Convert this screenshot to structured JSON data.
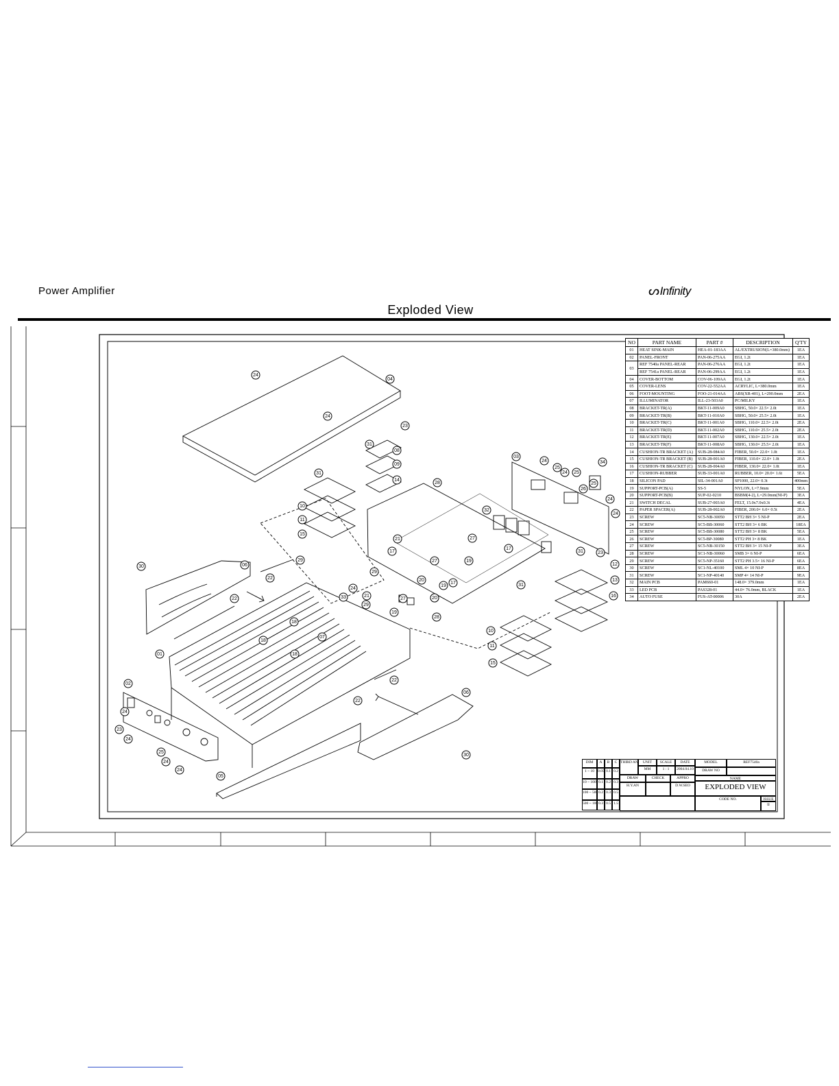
{
  "header": {
    "product": "Power  Amplifier",
    "brand": "Infinity",
    "page_title": "Exploded View"
  },
  "parts_table": {
    "headers": [
      "NO",
      "PART NAME",
      "PART #",
      "DESCRIPTION",
      "Q'TY"
    ],
    "rows": [
      [
        "01",
        "HEAT SINK-MAIN",
        "HEA-01-183AA",
        "AL/EXTRUSION(L=380.0mm)",
        "1EA"
      ],
      [
        "02",
        "PANEL-FRONT",
        "PAN-06-275AA",
        "EGI, 1.2t",
        "1EA"
      ],
      [
        "03",
        "REF 7540a PANEL-REAR",
        "PAN-06-276AA",
        "EGI, 1.2t",
        "1EA"
      ],
      [
        "",
        "REF 7541a PANEL-REAR",
        "PAN-06-299AA",
        "EGI, 1.2t",
        "1EA"
      ],
      [
        "04",
        "COVER-BOTTOM",
        "COV-06-109AA",
        "EGI, 1.2t",
        "1EA"
      ],
      [
        "05",
        "COVER-LENS",
        "COV-22-552AA",
        "ACRYLIC, L=380.0mm",
        "1EA"
      ],
      [
        "06",
        "FOOT-MOUNTING",
        "FOO-21-014AA",
        "ABS(XR-401), L=290.0mm",
        "2EA"
      ],
      [
        "07",
        "ILLUMINATOR",
        "ILL-23-503A0",
        "PC/MILKY",
        "1EA"
      ],
      [
        "08",
        "BRACKET-TR(A)",
        "BKT-11-009A0",
        "SBHG, 50.0× 22.5× 2.0t",
        "1EA"
      ],
      [
        "09",
        "BRACKET-TR(B)",
        "BKT-11-010A0",
        "SBHG, 50.0× 25.5× 2.0t",
        "1EA"
      ],
      [
        "10",
        "BRACKET-TR(C)",
        "BKT-11-001A0",
        "SBHG, 110.0× 22.5× 2.0t",
        "2EA"
      ],
      [
        "11",
        "BRACKET-TR(D)",
        "BKT-11-002A0",
        "SBHG, 110.0× 25.5× 2.0t",
        "2EA"
      ],
      [
        "12",
        "BRACKET-TR(E)",
        "BKT-11-007A0",
        "SBHG, 130.0× 22.5× 2.0t",
        "1EA"
      ],
      [
        "13",
        "BRACKET-TR(F)",
        "BKT-11-008A0",
        "SBHG, 130.0× 25.5× 2.0t",
        "1EA"
      ],
      [
        "14",
        "CUSHION-TR BRACKET (A)",
        "SUB-28-084A0",
        "FIBER, 50.0× 22.0× 1.0t",
        "1EA"
      ],
      [
        "15",
        "CUSHION-TR BRACKET (B)",
        "SUB-28-001A0",
        "FIBER, 110.0× 22.0× 1.0t",
        "2EA"
      ],
      [
        "16",
        "CUSHION-TR BRACKET (C)",
        "SUB-28-004A0",
        "FIBER, 130.0× 22.0× 1.0t",
        "1EA"
      ],
      [
        "17",
        "CUSHION-RUBBER",
        "SUB-33-001A0",
        "RUBBER, 10.0× 20.0× 1.6t",
        "5EA"
      ],
      [
        "18",
        "SILICON PAD",
        "SIL-34-001A0",
        "SP1000, 22.0× 0.3t",
        "400mm"
      ],
      [
        "19",
        "SUPPORT-PCB(A)",
        "SS-5",
        "NYLON, L=7.9mm",
        "5EA"
      ],
      [
        "20",
        "SUPPORT-PCB(B)",
        "SUP-02-0210",
        "BSBM(4-2), L=29.0mm(NI-P)",
        "3EA"
      ],
      [
        "21",
        "SWITCH DECAL",
        "SUB-27-003A0",
        "FELT, 15.0x7.0x0.3t",
        "4EA"
      ],
      [
        "22",
        "PAPER SPACER(A)",
        "SUB-28-002A0",
        "FIBER, 200.0× 6.0× 0.5t",
        "2EA"
      ],
      [
        "23",
        "SCREW",
        "SC5-NB-30050",
        "STT2 BH 3× 5 NI-P",
        "2EA"
      ],
      [
        "24",
        "SCREW",
        "SC5-BB-30060",
        "STT2 BH 3× 6 BK",
        "18EA"
      ],
      [
        "25",
        "SCREW",
        "SC5-BB-30080",
        "STT2 BH 3× 8 BK",
        "5EA"
      ],
      [
        "26",
        "SCREW",
        "SC5-BP-30080",
        "STT2 PH 3× 8 BK",
        "1EA"
      ],
      [
        "27",
        "SCREW",
        "SC5-NB-30150",
        "STT2 BH 3× 15 NI-P",
        "3EA"
      ],
      [
        "28",
        "SCREW",
        "SC1-NB-30060",
        "SMB 3× 6 NI-P",
        "6EA"
      ],
      [
        "29",
        "SCREW",
        "SC5-NP-35160",
        "STT2 PH 3.5× 16 NI-P",
        "6EA"
      ],
      [
        "30",
        "SCREW",
        "SC1-NL-40100",
        "SML 4× 10 NI-P",
        "8EA"
      ],
      [
        "31",
        "SCREW",
        "SC1-NP-40140",
        "SMP 4× 14 NI-P",
        "9EA"
      ],
      [
        "32",
        "MAIN PCB",
        "PAM660-01",
        "148.0× 379.0mm",
        "1EA"
      ],
      [
        "33",
        "LED PCB",
        "PAS328-01",
        "44.0× 76.0mm, BLACK",
        "1EA"
      ],
      [
        "34",
        "AUTO FUSE",
        "FUS-AT-00006",
        "30A",
        "2EA"
      ]
    ]
  },
  "title_block": {
    "tolerance_head": [
      "DIM",
      "A",
      "B",
      "C"
    ],
    "tolerance_rows": [
      [
        "1 ~ 10",
        "0.05",
        "0.1",
        "0.2"
      ],
      [
        "10 ~ 100",
        "0.1",
        "0.2",
        "0.3"
      ],
      [
        "100 ~ 500",
        "0.2",
        "0.3",
        "0.5"
      ],
      [
        "500 ~ 1000",
        "0.3",
        "0.5",
        "1.5"
      ]
    ],
    "third_angle": "THIRD ANGLE",
    "unit_label": "UNIT",
    "unit_value": "MM",
    "scale_label": "SCALE",
    "scale_value": "1 : 1",
    "date_label": "DATE",
    "date_value": "2004.04.10",
    "model_label": "MODEL",
    "model_value": "REF7540a",
    "draw_no_label": "DRAW NO",
    "draw_label": "DRAW",
    "draw_value": "H.Y.AN",
    "check_label": "CHECK",
    "appro_label": "APPRO",
    "appro_value": "D.W.SEO",
    "name_label": "NAME",
    "name_value": "EXPLODED VIEW",
    "code_label": "CODE NO.",
    "issue_label": "ISSUE",
    "issue_value": "①"
  },
  "callouts": [
    {
      "label": "24"
    },
    {
      "label": "04"
    },
    {
      "label": "24"
    },
    {
      "label": "23"
    },
    {
      "label": "31"
    },
    {
      "label": "08"
    },
    {
      "label": "09"
    },
    {
      "label": "14"
    },
    {
      "label": "31"
    },
    {
      "label": "10"
    },
    {
      "label": "11"
    },
    {
      "label": "15"
    },
    {
      "label": "28"
    },
    {
      "label": "32"
    },
    {
      "label": "03"
    },
    {
      "label": "24"
    },
    {
      "label": "25"
    },
    {
      "label": "24"
    },
    {
      "label": "25"
    },
    {
      "label": "34"
    },
    {
      "label": "26"
    },
    {
      "label": "25"
    },
    {
      "label": "24"
    },
    {
      "label": "24"
    },
    {
      "label": "17"
    },
    {
      "label": "21"
    },
    {
      "label": "27"
    },
    {
      "label": "17"
    },
    {
      "label": "27"
    },
    {
      "label": "19"
    },
    {
      "label": "20"
    },
    {
      "label": "29"
    },
    {
      "label": "20"
    },
    {
      "label": "19"
    },
    {
      "label": "17"
    },
    {
      "label": "21"
    },
    {
      "label": "27"
    },
    {
      "label": "20"
    },
    {
      "label": "29"
    },
    {
      "label": "19"
    },
    {
      "label": "28"
    },
    {
      "label": "31"
    },
    {
      "label": "23"
    },
    {
      "label": "12"
    },
    {
      "label": "13"
    },
    {
      "label": "16"
    },
    {
      "label": "31"
    },
    {
      "label": "10"
    },
    {
      "label": "11"
    },
    {
      "label": "15"
    },
    {
      "label": "30"
    },
    {
      "label": "06"
    },
    {
      "label": "22"
    },
    {
      "label": "29"
    },
    {
      "label": "22"
    },
    {
      "label": "24"
    },
    {
      "label": "33"
    },
    {
      "label": "18"
    },
    {
      "label": "18"
    },
    {
      "label": "07"
    },
    {
      "label": "01"
    },
    {
      "label": "18"
    },
    {
      "label": "22"
    },
    {
      "label": "02"
    },
    {
      "label": "24"
    },
    {
      "label": "23"
    },
    {
      "label": "24"
    },
    {
      "label": "25"
    },
    {
      "label": "24"
    },
    {
      "label": "24"
    },
    {
      "label": "22"
    },
    {
      "label": "06"
    },
    {
      "label": "30"
    },
    {
      "label": "05"
    }
  ]
}
